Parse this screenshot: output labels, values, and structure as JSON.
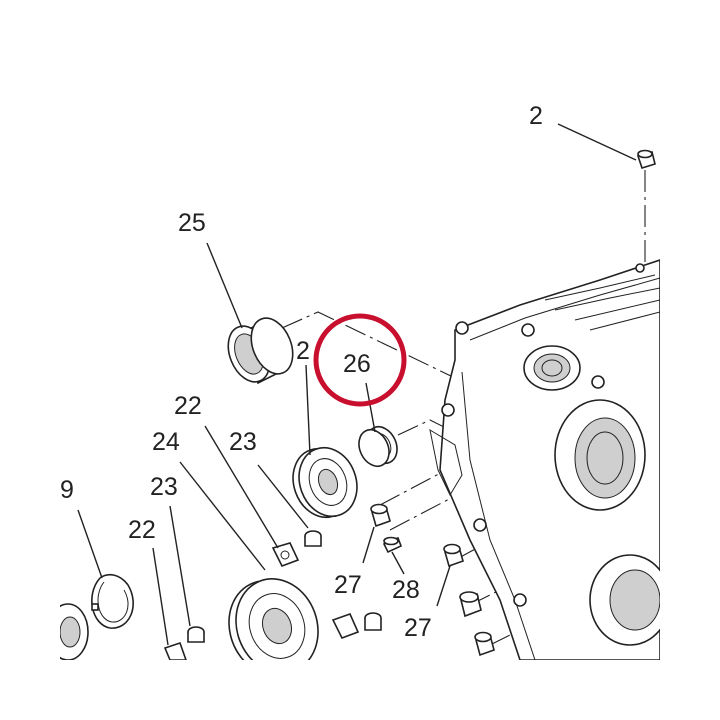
{
  "diagram": {
    "highlight_color": "#c8102e",
    "line_color": "#222222",
    "callouts": {
      "c2_top": "2",
      "c25": "25",
      "c2_mid": "2",
      "c26": "26",
      "c22_a": "22",
      "c24": "24",
      "c23_a": "23",
      "c9": "9",
      "c23_b": "23",
      "c22_b": "22",
      "c27_a": "27",
      "c28": "28",
      "c27_b": "27"
    }
  }
}
